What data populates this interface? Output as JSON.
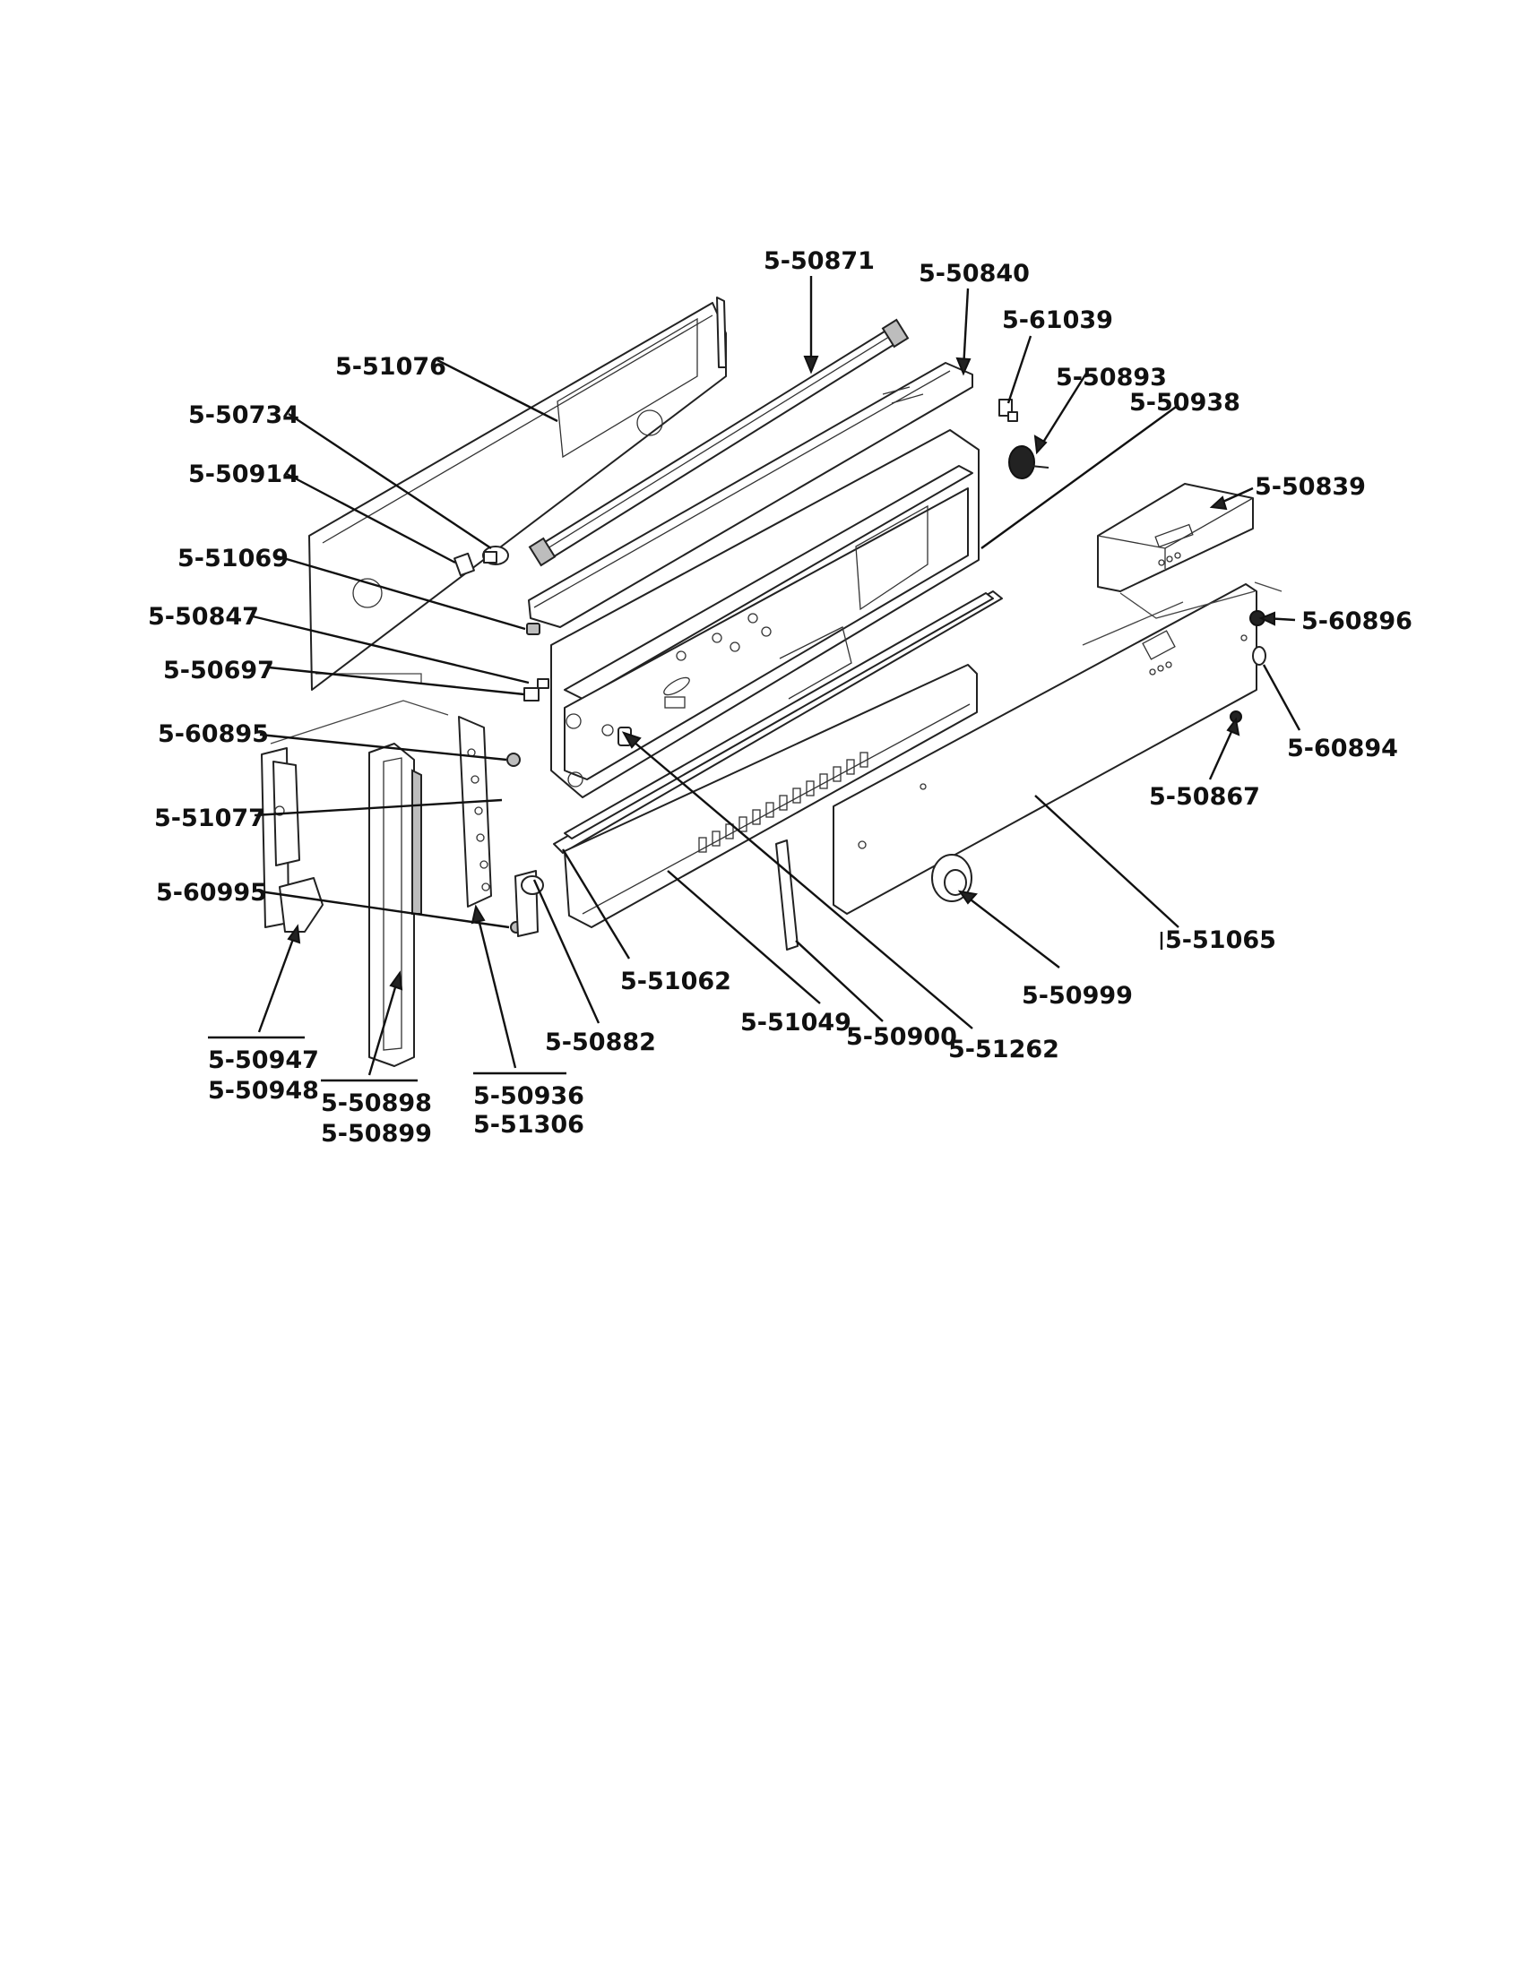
{
  "diagram": {
    "part_labels": [
      {
        "id": "p1",
        "text": "5-50871"
      },
      {
        "id": "p2",
        "text": "5-50840"
      },
      {
        "id": "p3",
        "text": "5-61039"
      },
      {
        "id": "p4",
        "text": "5-50893"
      },
      {
        "id": "p5",
        "text": "5-50938"
      },
      {
        "id": "p6",
        "text": "5-51076"
      },
      {
        "id": "p7",
        "text": "5-50734"
      },
      {
        "id": "p8",
        "text": "5-50914"
      },
      {
        "id": "p9",
        "text": "5-51069"
      },
      {
        "id": "p10",
        "text": "5-50847"
      },
      {
        "id": "p11",
        "text": "5-50697"
      },
      {
        "id": "p12",
        "text": "5-60895"
      },
      {
        "id": "p13",
        "text": "5-51077"
      },
      {
        "id": "p14",
        "text": "5-60995"
      },
      {
        "id": "p15",
        "text": "5-50839"
      },
      {
        "id": "p16",
        "text": "5-60896"
      },
      {
        "id": "p17",
        "text": "5-60894"
      },
      {
        "id": "p18",
        "text": "5-50867"
      },
      {
        "id": "p19",
        "text": "5-51065"
      },
      {
        "id": "p20",
        "text": "5-50999"
      },
      {
        "id": "p21",
        "text": "5-51262"
      },
      {
        "id": "p22",
        "text": "5-50900"
      },
      {
        "id": "p23",
        "text": "5-51049"
      },
      {
        "id": "p24",
        "text": "5-51062"
      },
      {
        "id": "p25",
        "text": "5-50882"
      },
      {
        "id": "p26",
        "text": "5-50947"
      },
      {
        "id": "p27",
        "text": "5-50948"
      },
      {
        "id": "p28",
        "text": "5-50898"
      },
      {
        "id": "p29",
        "text": "5-50899"
      },
      {
        "id": "p30",
        "text": "5-50936"
      },
      {
        "id": "p31",
        "text": "5-51306"
      }
    ]
  }
}
